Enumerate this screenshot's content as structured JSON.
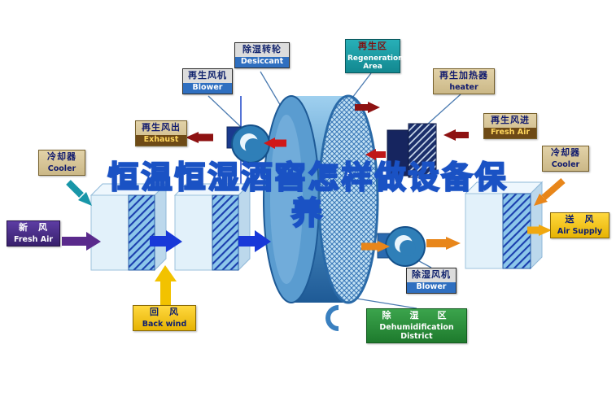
{
  "watermark": {
    "line1": "恒温恒湿酒窖怎样做设备保",
    "line2": "养"
  },
  "labels": {
    "desiccant": {
      "zh": "除湿转轮",
      "en": "Desiccant"
    },
    "regeneration_area": {
      "zh": "再生区",
      "en": "Regeneration Area"
    },
    "regen_blower": {
      "zh": "再生风机",
      "en": "Blower"
    },
    "regen_heater": {
      "zh": "再生加热器",
      "en": "heater"
    },
    "exhaust": {
      "zh": "再生风出",
      "en": "Exhaust"
    },
    "regen_fresh_air": {
      "zh": "再生风进",
      "en": "Fresh Air"
    },
    "cooler_left": {
      "zh": "冷却器",
      "en": "Cooler"
    },
    "cooler_right": {
      "zh": "冷却器",
      "en": "Cooler"
    },
    "fresh_air": {
      "zh": "新　风",
      "en": "Fresh Air"
    },
    "air_supply": {
      "zh": "送　风",
      "en": "Air Supply"
    },
    "back_wind": {
      "zh": "回　风",
      "en": "Back wind"
    },
    "dehumid_blower": {
      "zh": "除湿风机",
      "en": "Blower"
    },
    "dehumid_district": {
      "zh": "除　湿　区",
      "en": "Dehumidification District"
    }
  },
  "colors": {
    "process_arrow_blue": "#1838d8",
    "return_air_yellow": "#f2c200",
    "supply_orange": "#e8861a",
    "regen_dark_red": "#8e1212",
    "regen_bright_red": "#d01818",
    "fresh_air_purple": "#5a2a8c",
    "cooler_teal": "#1896a8",
    "rotor_blue": "#2a6aa8",
    "watermark_outline": "#1a52c4"
  }
}
